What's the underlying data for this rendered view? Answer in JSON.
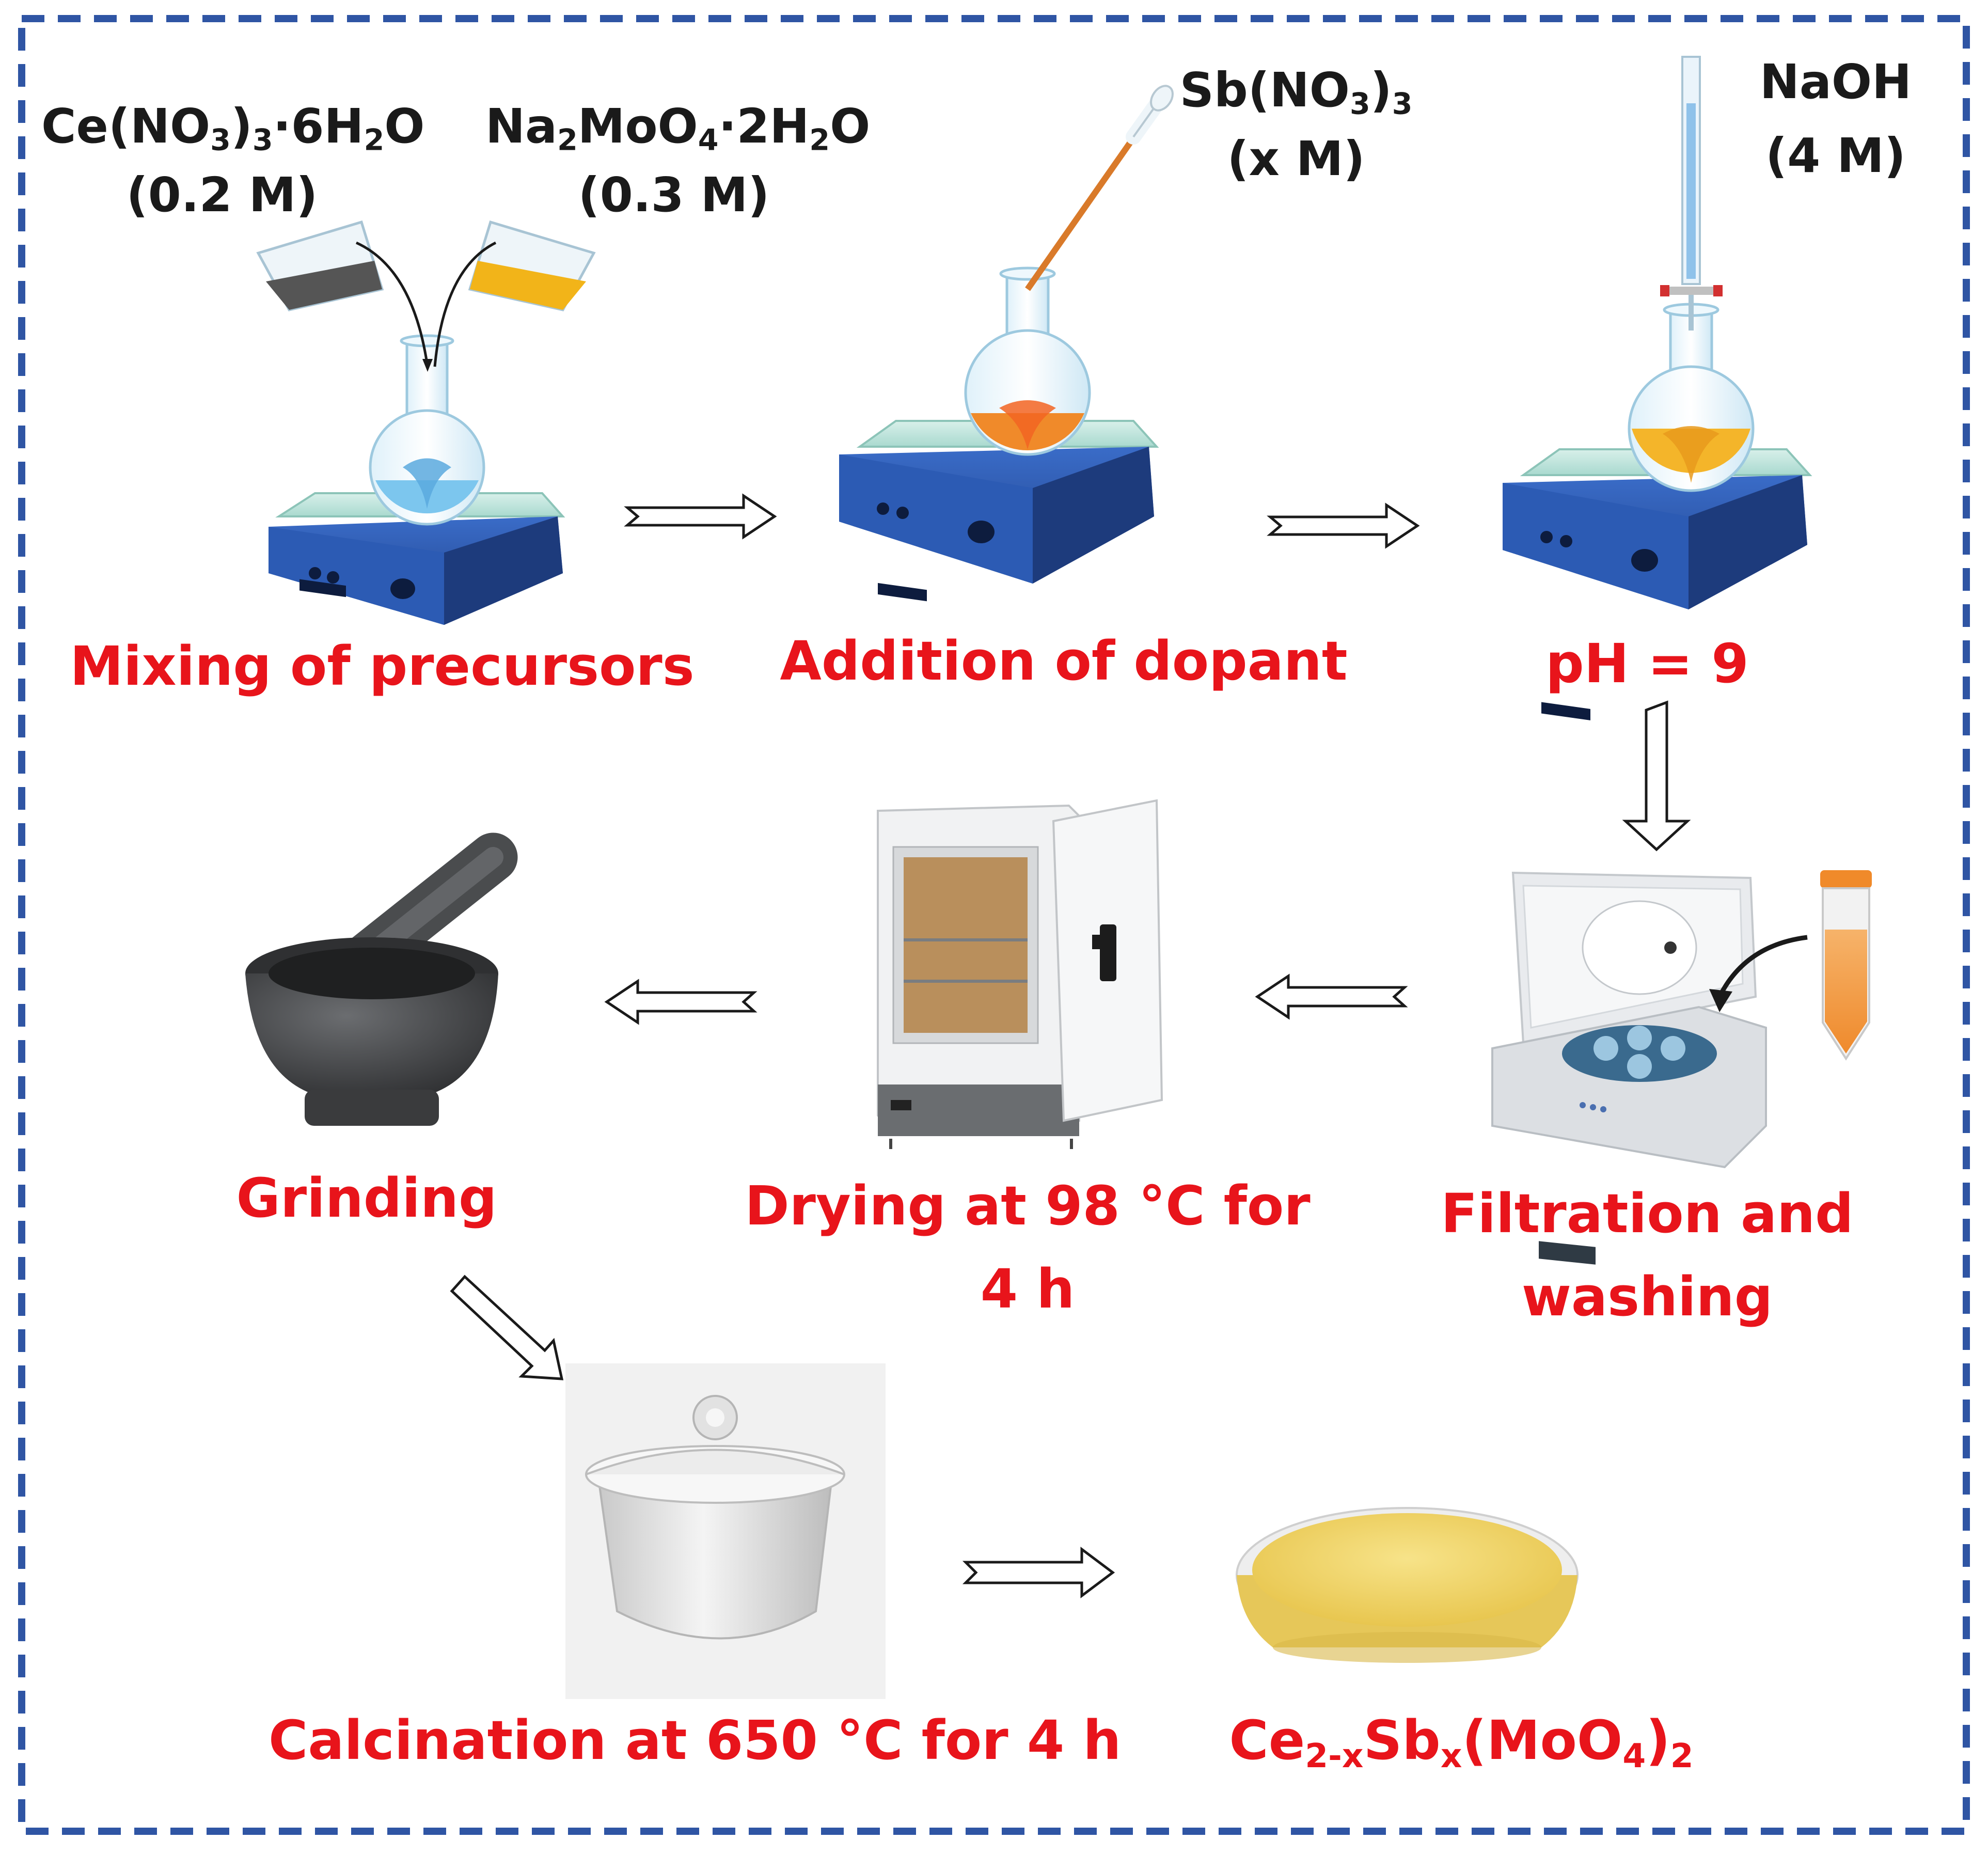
{
  "reagents": {
    "ce_nitrate": {
      "formula_parts": [
        "Ce(NO",
        "3",
        ")",
        "3",
        "·6H",
        "2",
        "O"
      ],
      "conc": "(0.2 M)"
    },
    "na_molybdate": {
      "formula_parts": [
        "Na",
        "2",
        "MoO",
        "4",
        "·2H",
        "2",
        "O"
      ],
      "conc": "(0.3 M)"
    },
    "sb_nitrate": {
      "formula_parts": [
        "Sb(NO",
        "3",
        ")",
        "3"
      ],
      "conc": "(x M)"
    },
    "naoh": {
      "formula": "NaOH",
      "conc": "(4 M)"
    }
  },
  "steps": {
    "mixing": "Mixing of precursors",
    "dopant": "Addition of dopant",
    "ph": "pH = 9",
    "filtration_line1": "Filtration and",
    "filtration_line2": "washing",
    "drying_line1": "Drying at 98 °C for",
    "drying_line2": "4 h",
    "grinding": "Grinding",
    "calcination": "Calcination at 650 °C for 4 h"
  },
  "product": {
    "formula_parts": [
      "Ce",
      "2-x",
      "Sb",
      "x",
      "(MoO",
      "4",
      ")",
      "2"
    ]
  },
  "colors": {
    "border": "#2f55a4",
    "step_label": "#e8141b",
    "reagent_label": "#1a1a1a",
    "stirrer_body": "#2a55a8",
    "ce_solution": "#555555",
    "mo_solution": "#f2b419",
    "mixed_solution": "#7cc6ee",
    "doped_solution": "#f08a2a",
    "ph_solution": "#f4b52a",
    "product_powder": "#f3d872"
  }
}
